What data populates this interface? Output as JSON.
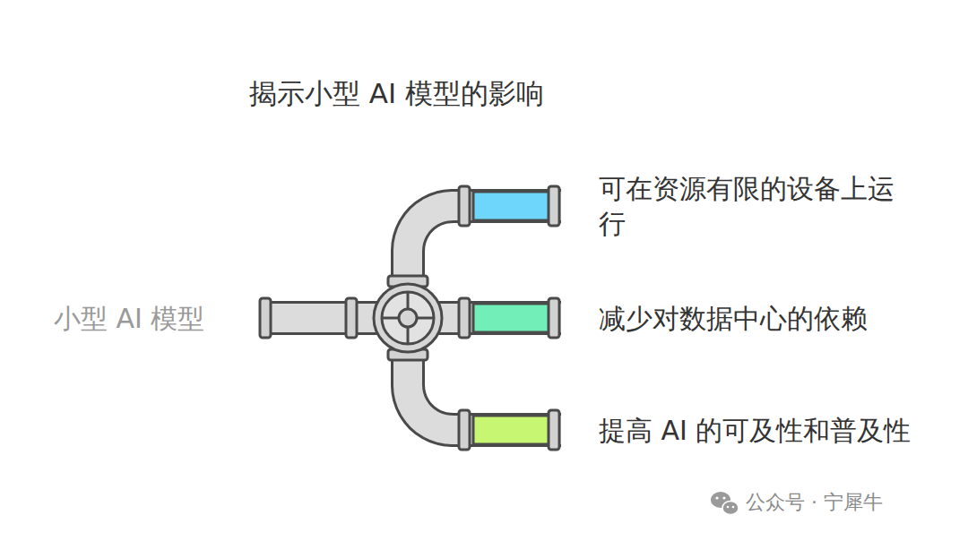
{
  "diagram": {
    "title": "揭示小型 AI 模型的影响",
    "nodes": [
      {
        "text": [
          "小型 AI 模型"
        ]
      },
      {
        "text": [
          "可在资源有限的设备上运行"
        ]
      },
      {
        "text": [
          "减少对数据中心的依赖"
        ]
      },
      {
        "text": [
          "提高 AI 的可及性和普及性"
        ]
      }
    ],
    "edges": [
      {
        "from": 0,
        "to": 1,
        "arrow": "none"
      },
      {
        "from": 0,
        "to": 2,
        "arrow": "none"
      },
      {
        "from": 0,
        "to": 3,
        "arrow": "none"
      }
    ],
    "labels": [
      "公众号 · 宁犀牛"
    ]
  }
}
